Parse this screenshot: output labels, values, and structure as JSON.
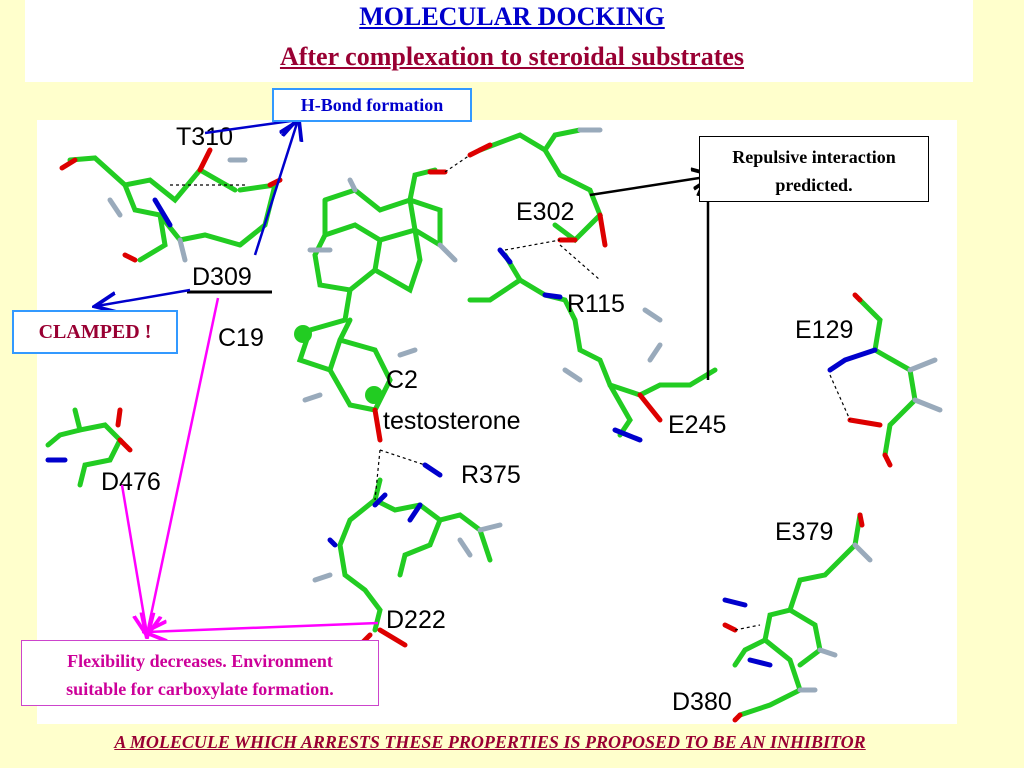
{
  "header": {
    "title": "MOLECULAR  DOCKING",
    "subtitle": "After complexation to steroidal substrates"
  },
  "callouts": {
    "hbond": "H-Bond formation",
    "repulsive_line1": "Repulsive interaction",
    "repulsive_line2": "predicted.",
    "clamped": "CLAMPED !",
    "flexibility_line1": "Flexibility decreases. Environment",
    "flexibility_line2": "suitable for carboxylate formation."
  },
  "residue_labels": {
    "t310": "T310",
    "d309": "D309",
    "e302": "E302",
    "r115": "R115",
    "e129": "E129",
    "c19": "C19",
    "c2": "C2",
    "testosterone": "testosterone",
    "e245": "E245",
    "d476": "D476",
    "r375": "R375",
    "e379": "E379",
    "d222": "D222",
    "d380": "D380"
  },
  "footer": "A MOLECULE  WHICH ARRESTS THESE PROPERTIES IS PROPOSED TO BE AN  INHIBITOR",
  "colors": {
    "background": "#ffffcc",
    "carbon_bond": "#22cc22",
    "oxygen": "#dd0000",
    "nitrogen": "#0000cc",
    "hydrogen": "#99aabb",
    "hbond_arrow": "#0000cc",
    "flexibility_arrow": "#ff00ff",
    "repulsive_arrow": "#000000"
  }
}
